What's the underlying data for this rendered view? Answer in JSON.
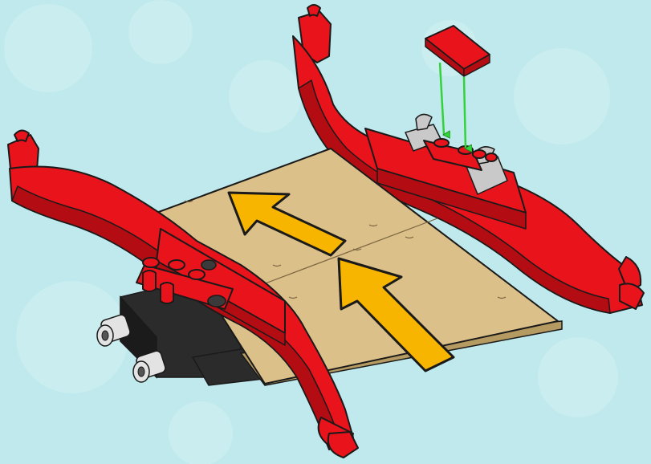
{
  "scene": {
    "background_color": "#bfe9ec",
    "background_spot_color": "#d4f1f3",
    "outline_color": "#1a1a1a"
  },
  "parts": {
    "far_arch": {
      "color": "#e8131b",
      "shade": "#b30c12"
    },
    "near_arch": {
      "color": "#e8131b",
      "shade": "#b30c12"
    },
    "deck": {
      "color": "#dcc089",
      "edge_color": "#b59a62"
    },
    "arrows": {
      "count": 2,
      "color": "#f7b500",
      "direction": "up-left"
    },
    "new_tile": {
      "color": "#e8131b",
      "state": "being added"
    },
    "assembly_guides": {
      "count": 2,
      "color": "#34d23a"
    },
    "clip_plates": {
      "count": 2,
      "color": "#c9c9c9"
    },
    "base_bricks": {
      "color": "#2b2b2b"
    },
    "technic_pins": {
      "count": 2,
      "color": "#e3e3e3"
    }
  }
}
